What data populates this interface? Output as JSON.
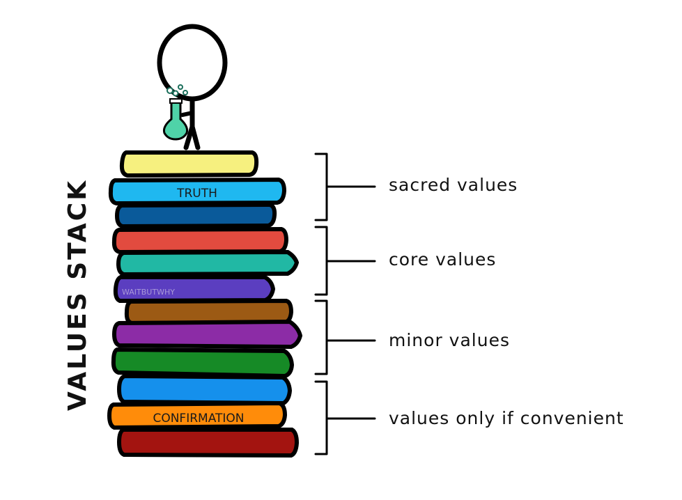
{
  "side_title": "VALUES STACK",
  "books": [
    {
      "color": "#f6f07f",
      "label": ""
    },
    {
      "color": "#1fb8f0",
      "label": "TRUTH"
    },
    {
      "color": "#0a5a9a",
      "label": ""
    },
    {
      "color": "#e24b3f",
      "label": ""
    },
    {
      "color": "#21b8a4",
      "label": ""
    },
    {
      "color": "#5b3ec0",
      "label": "WAITBUTWHY"
    },
    {
      "color": "#9c5a14",
      "label": ""
    },
    {
      "color": "#8c2ca6",
      "label": ""
    },
    {
      "color": "#168a26",
      "label": ""
    },
    {
      "color": "#1590ec",
      "label": ""
    },
    {
      "color": "#ff8c0a",
      "label": "CONFIRMATION"
    },
    {
      "color": "#a31410",
      "label": ""
    }
  ],
  "tiers": [
    {
      "label": "sacred values"
    },
    {
      "label": "core values"
    },
    {
      "label": "minor values"
    },
    {
      "label": "values only if convenient"
    }
  ],
  "figure": {
    "flask_color": "#4fd3a8"
  }
}
